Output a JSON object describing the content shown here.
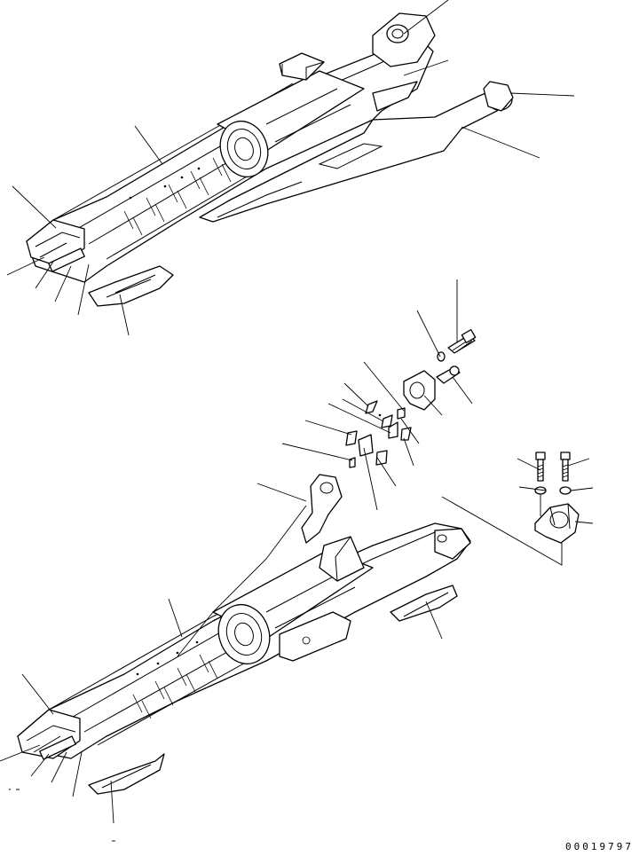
{
  "figure": {
    "drawing_number": "00019797",
    "views": [
      {
        "id": "upper-track-frame"
      },
      {
        "id": "lower-track-frame"
      },
      {
        "id": "exploded-parts"
      },
      {
        "id": "cap-detail"
      }
    ]
  }
}
